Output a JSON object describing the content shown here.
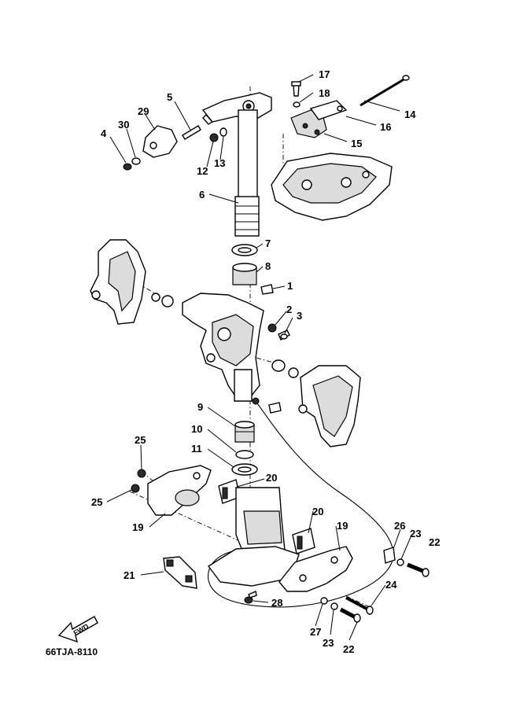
{
  "diagram_code": "66TJA-8110",
  "fwd_label": "FWD",
  "callouts": [
    {
      "key": "c17",
      "text": "17"
    },
    {
      "key": "c18",
      "text": "18"
    },
    {
      "key": "c14",
      "text": "14"
    },
    {
      "key": "c16",
      "text": "16"
    },
    {
      "key": "c15",
      "text": "15"
    },
    {
      "key": "c5",
      "text": "5"
    },
    {
      "key": "c29",
      "text": "29"
    },
    {
      "key": "c30",
      "text": "30"
    },
    {
      "key": "c4",
      "text": "4"
    },
    {
      "key": "c12",
      "text": "12"
    },
    {
      "key": "c13",
      "text": "13"
    },
    {
      "key": "c6",
      "text": "6"
    },
    {
      "key": "c7",
      "text": "7"
    },
    {
      "key": "c8",
      "text": "8"
    },
    {
      "key": "c1",
      "text": "1"
    },
    {
      "key": "c2",
      "text": "2"
    },
    {
      "key": "c3",
      "text": "3"
    },
    {
      "key": "c9",
      "text": "9"
    },
    {
      "key": "c10",
      "text": "10"
    },
    {
      "key": "c11",
      "text": "11"
    },
    {
      "key": "c25a",
      "text": "25"
    },
    {
      "key": "c25b",
      "text": "25"
    },
    {
      "key": "c19a",
      "text": "19"
    },
    {
      "key": "c20a",
      "text": "20"
    },
    {
      "key": "c20b",
      "text": "20"
    },
    {
      "key": "c19b",
      "text": "19"
    },
    {
      "key": "c26",
      "text": "26"
    },
    {
      "key": "c23a",
      "text": "23"
    },
    {
      "key": "c22a",
      "text": "22"
    },
    {
      "key": "c21",
      "text": "21"
    },
    {
      "key": "c24",
      "text": "24"
    },
    {
      "key": "c28",
      "text": "28"
    },
    {
      "key": "c27",
      "text": "27"
    },
    {
      "key": "c23b",
      "text": "23"
    },
    {
      "key": "c22b",
      "text": "22"
    }
  ]
}
